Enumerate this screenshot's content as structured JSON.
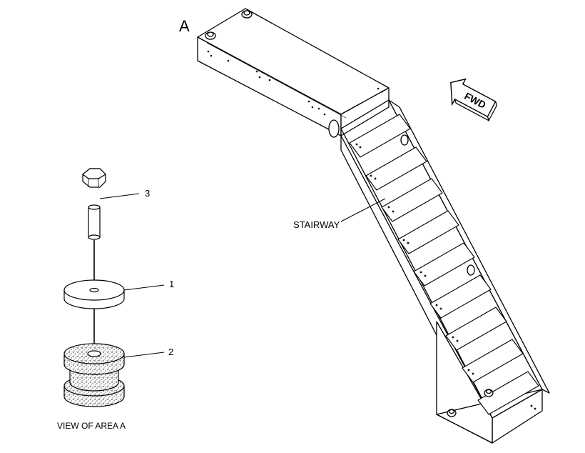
{
  "diagram": {
    "view_label": "A",
    "fwd_label": "FWD",
    "stairway_label": "STAIRWAY",
    "view_caption": "VIEW OF AREA A",
    "callouts": [
      {
        "id": "1"
      },
      {
        "id": "2"
      },
      {
        "id": "3"
      }
    ]
  }
}
